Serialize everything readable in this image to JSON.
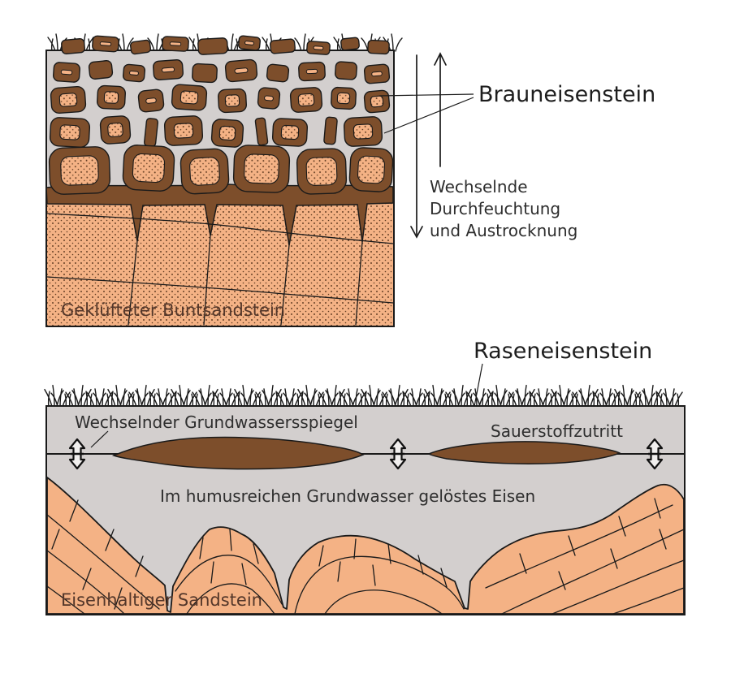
{
  "top_panel": {
    "label_brauneisenstein": "Brauneisenstein",
    "label_cycle_line1": "Wechselnde",
    "label_cycle_line2": "Durchfeuchtung",
    "label_cycle_line3": "und Austrocknung",
    "label_bedrock": "Geklüfteter Buntsandstein"
  },
  "bottom_panel": {
    "title": "Raseneisenstein",
    "label_watertable": "Wechselnder Grundwassersspiegel",
    "label_oxygen": "Sauerstoffzutritt",
    "label_dissolved_iron": "Im humusreichen Grundwasser gelöstes Eisen",
    "label_bedrock": "Eisenhaltiger Sandstein"
  },
  "colors": {
    "matrix_grey": "#d3cfce",
    "iron_brown": "#7d4e2b",
    "sandstone": "#f4b285",
    "dot": "#5e3a20",
    "outline": "#1a1a1a",
    "arrow_fill": "#f1efee"
  }
}
